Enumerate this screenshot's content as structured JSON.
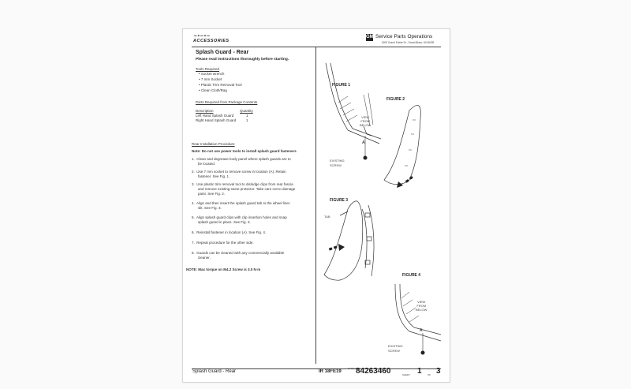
{
  "header": {
    "brand_logos": "ACCESSORIES",
    "gm_badge": "GM",
    "company": "Service Parts Operations",
    "address": "6200 Grand Pointe Dr., Grand Blanc, MI 48439"
  },
  "left": {
    "title": "Splash Guard - Rear",
    "intro": "Please read instructions thoroughly before starting.",
    "tools_heading": "Tools Required",
    "tools": [
      "Socket wrench",
      "7 mm Socket",
      "Plastic Trim Removal Tool",
      "Clean Cloth/Rag"
    ],
    "parts_heading": "Parts Required from Package Contents",
    "desc_heading": "Description",
    "qty_heading": "Quantity",
    "parts": [
      {
        "desc": "Left Hand Splash Guard",
        "qty": "1"
      },
      {
        "desc": "Right Hand Splash Guard",
        "qty": "1"
      }
    ],
    "install_heading": "Rear Installation Procedure",
    "note_top": "Note: Do not use power tools to install splash guard fasteners",
    "steps": [
      {
        "n": "1.",
        "l1": "Clean and degrease body panel where splash guards are to",
        "l2": "be located."
      },
      {
        "n": "2.",
        "l1": "Use 7 mm socket to remove screw in location (A). Retain",
        "l2": "fastener. See Fig. 1."
      },
      {
        "n": "3.",
        "l1": "Use plastic trim removal tool to dislodge clips from rear fascia",
        "l2": "and remove existing stone protector. Take care not to damage",
        "l3": "paint. See Fig. 2."
      },
      {
        "n": "4.",
        "l1": "Align and then insert the splash guard tab to the wheel liner",
        "l2": "slit. See Fig. 3."
      },
      {
        "n": "5.",
        "l1": "Align splash guard clips with clip insertion holes and snap",
        "l2": "splash guard in place. See Fig. 3."
      },
      {
        "n": "6.",
        "l1": "Reinstall fastener in location (A). See Fig. 4."
      },
      {
        "n": "7.",
        "l1": "Repeat procedure for the other side."
      },
      {
        "n": "8.",
        "l1": "Guards can be cleaned with any commercially available",
        "l2": "cleaner."
      }
    ],
    "note_bottom": "NOTE: Max torque on M4.2 Screw is 3.0 N·m"
  },
  "figures": {
    "fig1": "FIGURE 1",
    "fig2": "FIGURE 2",
    "fig3": "FIGURE 3",
    "fig4": "FIGURE 4",
    "view_below_1": [
      "VIEW",
      "FROM",
      "BELOW"
    ],
    "view_below_4": [
      "VIEW",
      "FROM",
      "BELOW"
    ],
    "existing_screw_1": [
      "EXISTING",
      "SCREW"
    ],
    "existing_screw_4": [
      "EXISTING",
      "SCREW"
    ],
    "tab": "TAB",
    "label_a": "A"
  },
  "footer": {
    "title": "Splash Guard - Rear",
    "ir": "IR 18FE19",
    "part_no_label": "PART NO.",
    "part_no": "84263460",
    "sheet_label": "SHEET",
    "sheet": "1",
    "of_label": "OF",
    "of": "3"
  }
}
